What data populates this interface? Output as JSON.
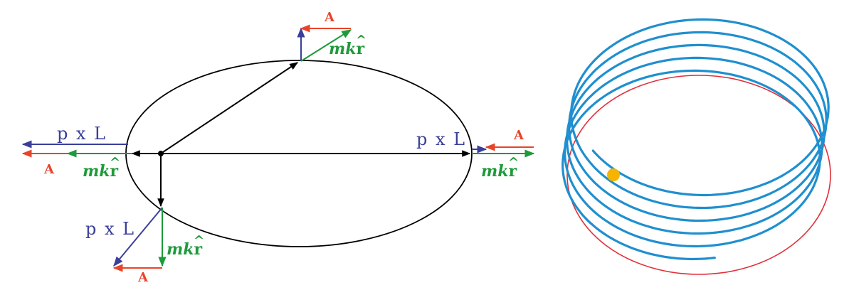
{
  "labels": {
    "runge_lenz": "A",
    "p_cross_l": "p x L",
    "mk": "mk",
    "r_hat": "r",
    "hat": "^"
  },
  "colors": {
    "runge_lenz": "#e8442a",
    "p_cross_l": "#3a3f9a",
    "mk_r": "#1e9a3a",
    "ellipse": "#000000",
    "precessing_orbit": "#1f8fcf",
    "reference_orbit": "#e0303a",
    "sun": "#f5b400"
  }
}
